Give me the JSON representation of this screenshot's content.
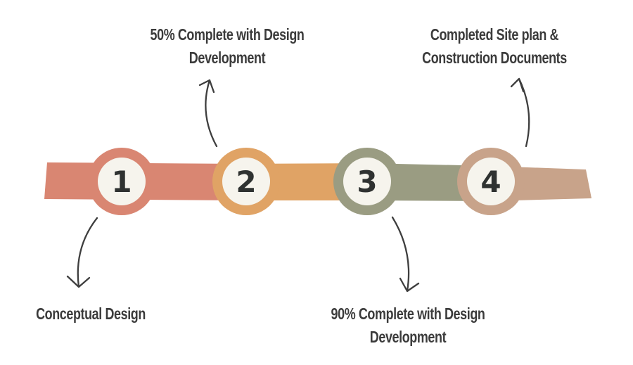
{
  "diagram": {
    "type": "timeline",
    "background": "#ffffff",
    "colors": {
      "label_text": "#3b3b3b",
      "number_text": "#2f3231",
      "circle_inner": "#f6f4ed",
      "arrow": "#3e3e3e"
    },
    "steps": [
      {
        "number": "1",
        "color": "#d98672",
        "label_line1": "Conceptual Design",
        "label_line2": "",
        "label_position": "below-left"
      },
      {
        "number": "2",
        "color": "#e0a365",
        "label_line1": "50% Complete with Design",
        "label_line2": "Development",
        "label_position": "above"
      },
      {
        "number": "3",
        "color": "#9a9c82",
        "label_line1": "90% Complete with Design",
        "label_line2": "Development",
        "label_position": "below"
      },
      {
        "number": "4",
        "color": "#c8a38a",
        "label_line1": "Completed Site plan &",
        "label_line2": "Construction Documents",
        "label_position": "above"
      }
    ]
  }
}
